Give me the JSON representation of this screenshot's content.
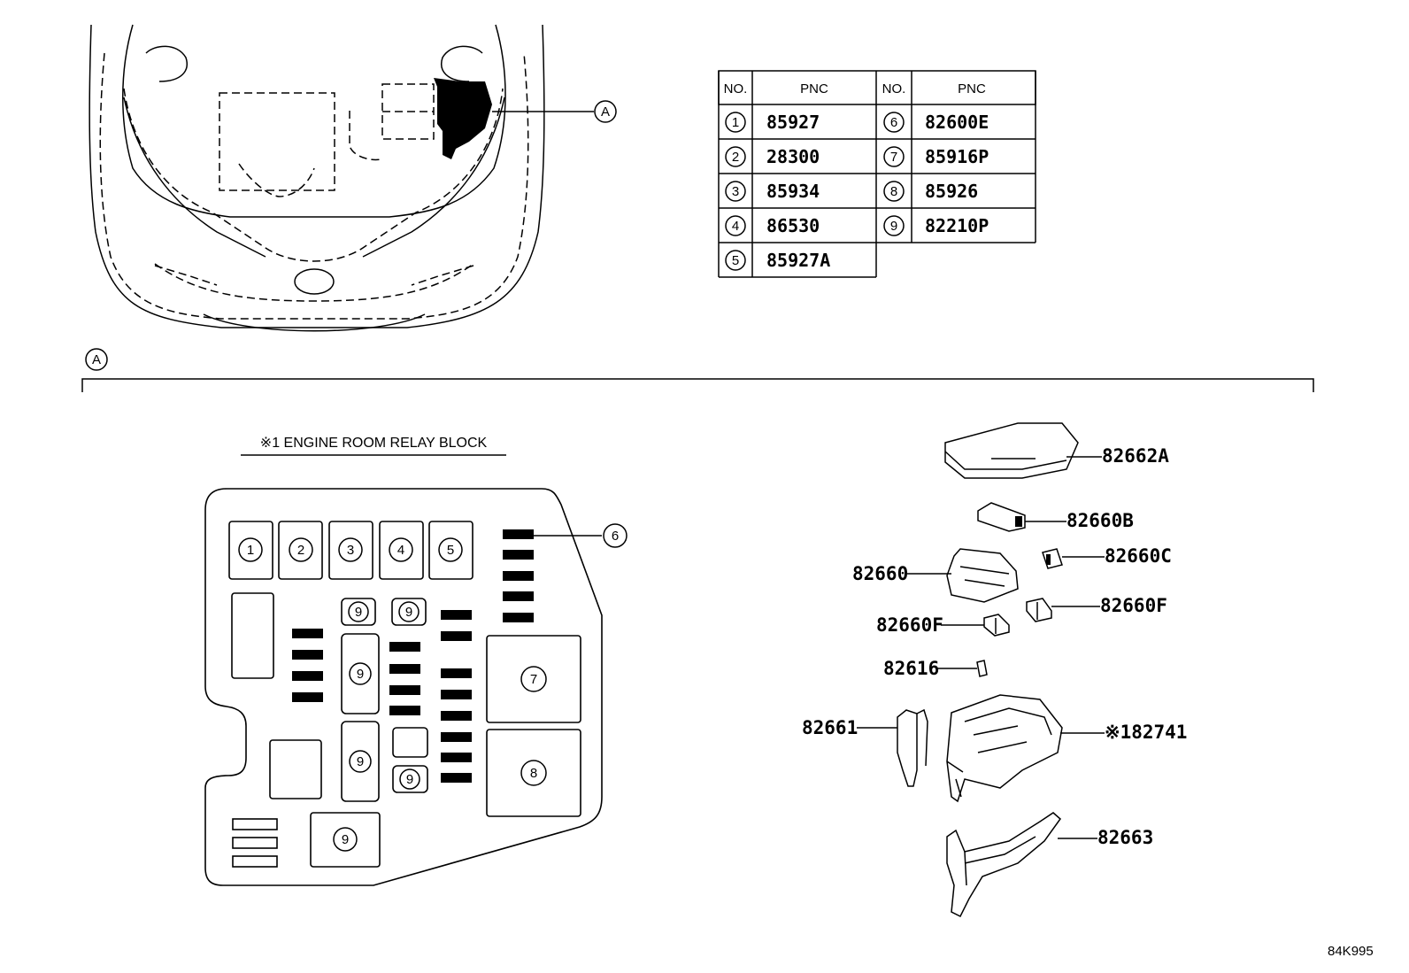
{
  "table": {
    "headers": {
      "no1": "NO.",
      "pnc1": "PNC",
      "no2": "NO.",
      "pnc2": "PNC"
    },
    "rows_left": [
      {
        "no": "1",
        "pnc": "85927"
      },
      {
        "no": "2",
        "pnc": "28300"
      },
      {
        "no": "3",
        "pnc": "85934"
      },
      {
        "no": "4",
        "pnc": "86530"
      },
      {
        "no": "5",
        "pnc": "85927A"
      }
    ],
    "rows_right": [
      {
        "no": "6",
        "pnc": "82600E"
      },
      {
        "no": "7",
        "pnc": "85916P"
      },
      {
        "no": "8",
        "pnc": "85926"
      },
      {
        "no": "9",
        "pnc": "82210P"
      }
    ]
  },
  "view_marker": "A",
  "section_marker": "A",
  "relay_block_title": "※1 ENGINE ROOM RELAY BLOCK",
  "slot_labels": {
    "s1": "1",
    "s2": "2",
    "s3": "3",
    "s4": "4",
    "s5": "5",
    "s7": "7",
    "s8": "8",
    "s9a": "9",
    "s9b": "9",
    "s9c": "9",
    "s9d": "9",
    "s9e": "9",
    "s9f": "9",
    "callout6": "6"
  },
  "parts": {
    "cover": "82662A",
    "p82660B": "82660B",
    "p82660C": "82660C",
    "p82660": "82660",
    "p82660F_right": "82660F",
    "p82660F_left": "82660F",
    "p82616": "82616",
    "p82661": "82661",
    "p82741": "※182741",
    "p82663": "82663"
  },
  "figure_code": "84K995"
}
